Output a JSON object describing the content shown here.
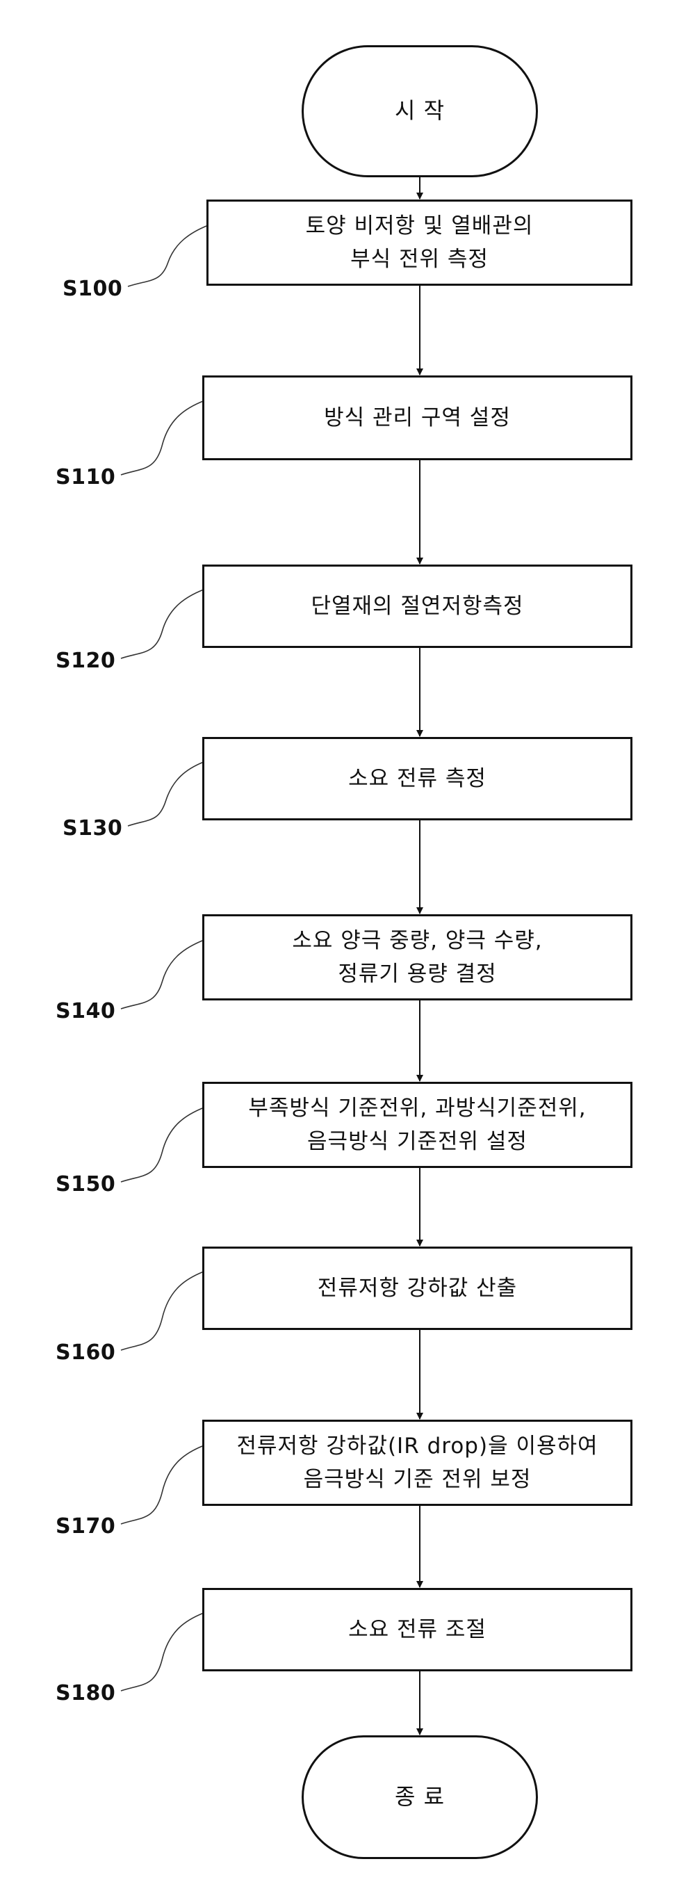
{
  "flowchart": {
    "start": "시 작",
    "end": "종 료",
    "steps": [
      {
        "id": "S100",
        "lines": [
          "토양 비저항 및 열배관의",
          "부식 전위 측정"
        ]
      },
      {
        "id": "S110",
        "lines": [
          "방식 관리 구역 설정"
        ]
      },
      {
        "id": "S120",
        "lines": [
          "단열재의 절연저항측정"
        ]
      },
      {
        "id": "S130",
        "lines": [
          "소요 전류 측정"
        ]
      },
      {
        "id": "S140",
        "lines": [
          "소요 양극 중량, 양극 수량,",
          "정류기 용량 결정"
        ]
      },
      {
        "id": "S150",
        "lines": [
          "부족방식 기준전위, 과방식기준전위,",
          "음극방식 기준전위 설정"
        ]
      },
      {
        "id": "S160",
        "lines": [
          "전류저항 강하값 산출"
        ]
      },
      {
        "id": "S170",
        "lines": [
          "전류저항 강하값(IR drop)을 이용하여",
          "음극방식 기준 전위 보정"
        ]
      },
      {
        "id": "S180",
        "lines": [
          "소요 전류 조절"
        ]
      }
    ]
  }
}
